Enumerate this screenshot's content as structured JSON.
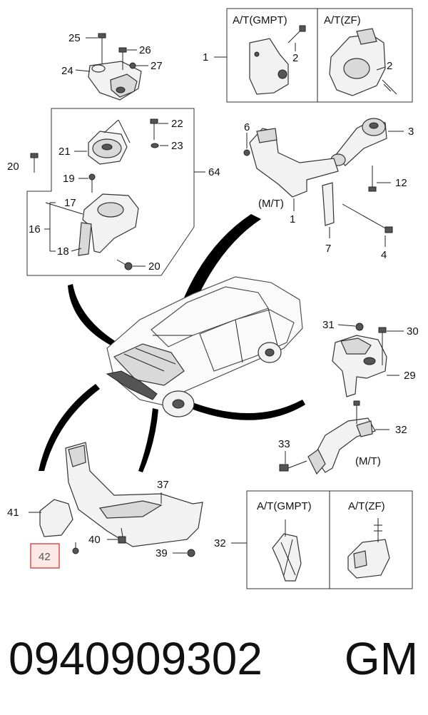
{
  "diagram": {
    "labels": {
      "l1": "1",
      "l1b": "1",
      "l2": "2",
      "l2b": "2",
      "l3": "3",
      "l4": "4",
      "l6": "6",
      "l7": "7",
      "l12": "12",
      "l16": "16",
      "l17": "17",
      "l18": "18",
      "l19": "19",
      "l20a": "20",
      "l20b": "20",
      "l21": "21",
      "l22": "22",
      "l23": "23",
      "l24": "24",
      "l25": "25",
      "l26": "26",
      "l27": "27",
      "l29": "29",
      "l30": "30",
      "l31": "31",
      "l32a": "32",
      "l32b": "32",
      "l33": "33",
      "l37": "37",
      "l39": "39",
      "l40": "40",
      "l41": "41",
      "l64": "64"
    },
    "headers": {
      "top_gmpt": "A/T(GMPT)",
      "top_zf": "A/T(ZF)",
      "bottom_gmpt": "A/T(GMPT)",
      "bottom_zf": "A/T(ZF)",
      "mt_left": "(M/T)",
      "mt_right": "(M/T)"
    },
    "highlighted_label": "42",
    "highlight_color": "#d9534f"
  },
  "footer": {
    "part_number": "0940909302",
    "brand": "GM"
  }
}
